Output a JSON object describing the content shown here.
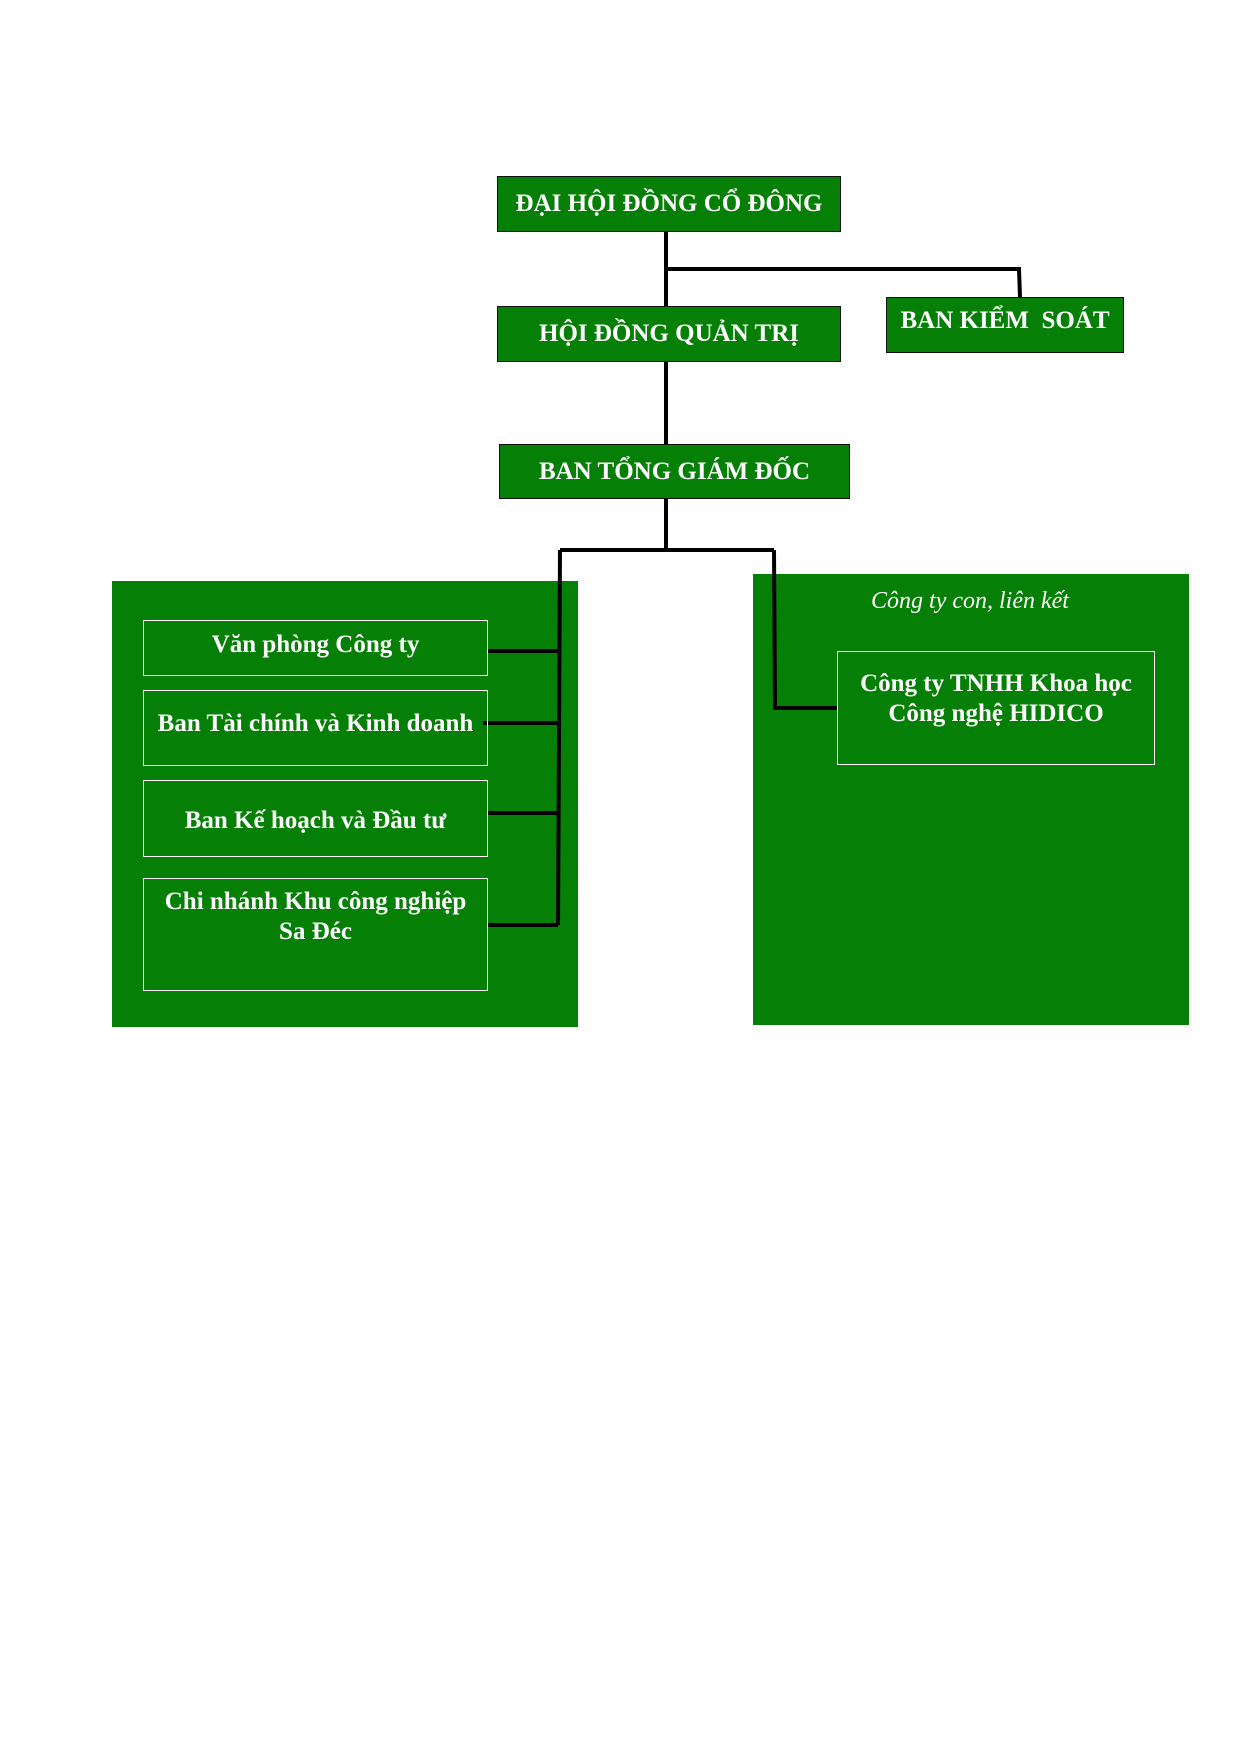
{
  "chart": {
    "shareholders_meeting": "ĐẠI HỘI ĐỒNG CỔ ĐÔNG",
    "board_of_directors": "HỘI ĐỒNG QUẢN TRỊ",
    "supervisory_board": "BAN KIỂM  SOÁT",
    "general_directors": "BAN TỔNG GIÁM ĐỐC",
    "departments": [
      "Văn phòng Công ty",
      "Ban Tài chính và Kinh doanh",
      "Ban Kế hoạch và Đầu tư",
      "Chi nhánh Khu công nghiệp\nSa Đéc"
    ],
    "subsidiaries_caption": "Công ty con, liên kết",
    "subsidiaries": [
      "Công ty TNHH Khoa học\nCông nghệ HIDICO"
    ]
  },
  "colors": {
    "box_fill": "#057f05",
    "text": "#ffffff",
    "connector": "#000000"
  }
}
